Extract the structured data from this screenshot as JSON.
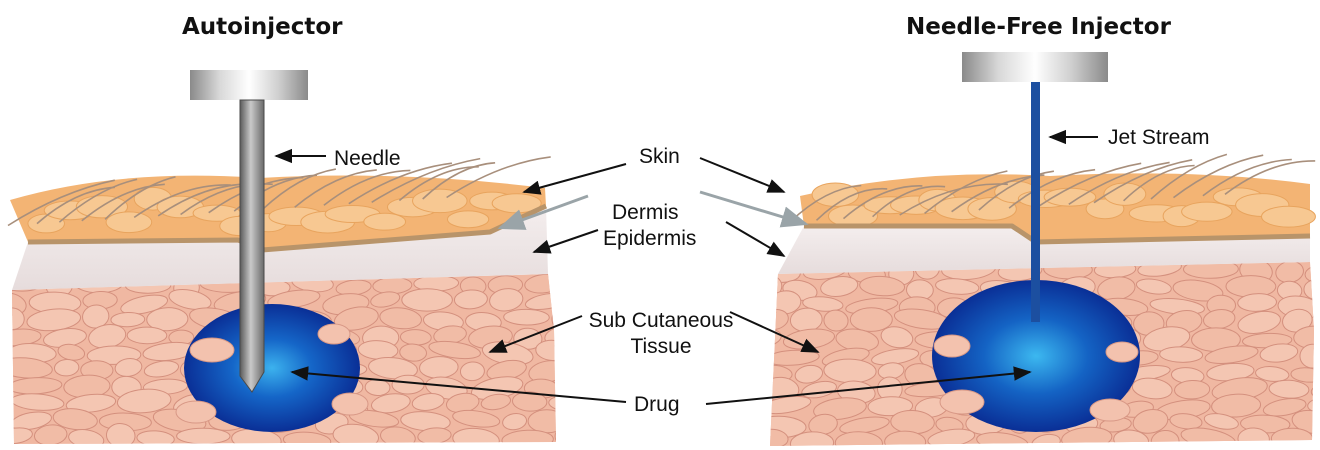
{
  "titles": {
    "left": "Autoinjector",
    "right": "Needle-Free Injector"
  },
  "labels": {
    "needle": "Needle",
    "jet_stream": "Jet Stream",
    "skin": "Skin",
    "dermis": "Dermis",
    "epidermis": "Epidermis",
    "subcutaneous_line1": "Sub Cutaneous",
    "subcutaneous_line2": "Tissue",
    "drug": "Drug"
  },
  "colors": {
    "dermis_orange": "#f3b474",
    "epidermis_band": "#ece4e4",
    "skin_line": "#b8946a",
    "hair": "#a88f7c",
    "fat_cell": "#f3c2ae",
    "fat_outline": "#d89886",
    "drug_blue": "#0a3fa8",
    "drug_light": "#2fa8e8",
    "needle_gray": "#8c8c8c",
    "jet_blue": "#1c4fa0"
  }
}
